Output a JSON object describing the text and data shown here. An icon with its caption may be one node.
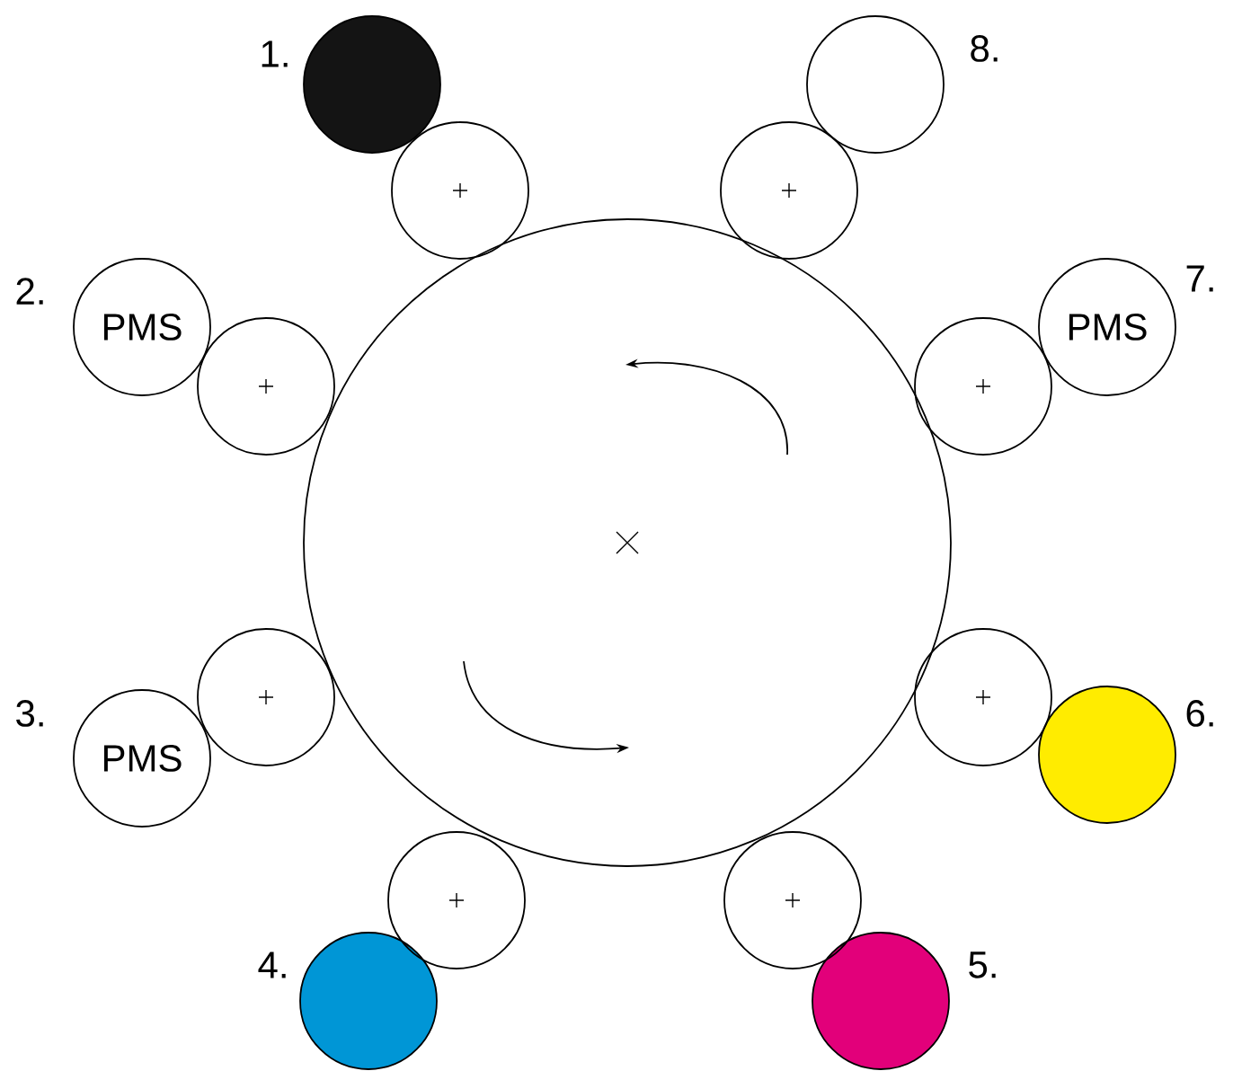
{
  "diagram": {
    "nodes": [
      {
        "text": [],
        "shape": "circle"
      },
      {
        "text": [],
        "shape": "circle",
        "beside": [
          "1."
        ]
      },
      {
        "text": [],
        "shape": "circle"
      },
      {
        "text": [
          "PMS"
        ],
        "beside": [
          "2."
        ]
      },
      {
        "text": [],
        "shape": "circle"
      },
      {
        "text": [
          "PMS"
        ],
        "beside": [
          "3."
        ]
      },
      {
        "text": [],
        "shape": "circle"
      },
      {
        "text": [],
        "shape": "circle",
        "beside": [
          "4."
        ]
      },
      {
        "text": [],
        "shape": "circle"
      },
      {
        "text": [],
        "shape": "circle",
        "beside": [
          "5."
        ]
      },
      {
        "text": [],
        "shape": "circle"
      },
      {
        "text": [],
        "shape": "circle",
        "beside": [
          "6."
        ]
      },
      {
        "text": [],
        "shape": "circle"
      },
      {
        "text": [
          "PMS"
        ],
        "beside": [
          "7."
        ]
      },
      {
        "text": [],
        "shape": "circle"
      },
      {
        "text": [],
        "shape": "circle",
        "beside": [
          "8."
        ]
      },
      {
        "text": [],
        "shape": "circle"
      }
    ]
  }
}
